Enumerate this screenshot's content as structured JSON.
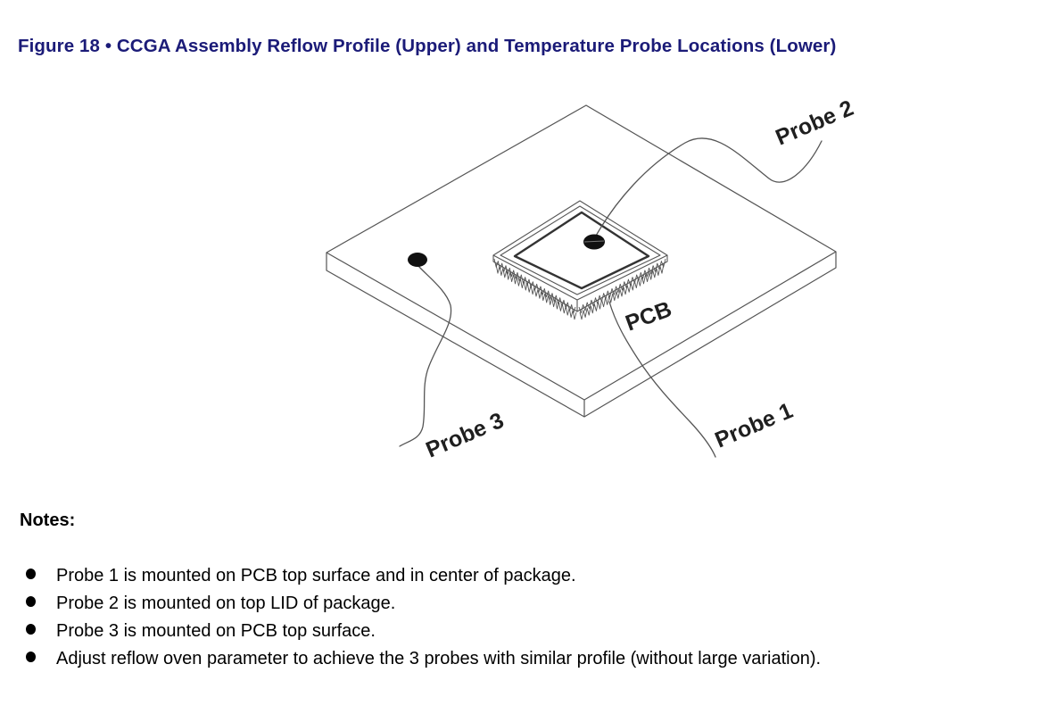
{
  "page": {
    "background": "#ffffff"
  },
  "figure_caption": {
    "text": "Figure 18 • CCGA Assembly Reflow Profile (Upper) and Temperature Probe Locations (Lower)",
    "color": "#1b1b78"
  },
  "diagram": {
    "description": "Isometric view of a CCGA package mounted on a PCB with three temperature probe locations",
    "labels": {
      "probe1": "Probe 1",
      "probe2": "Probe 2",
      "probe3": "Probe 3",
      "pcb": "PCB"
    },
    "line_color": "#555555",
    "dot_color": "#111111"
  },
  "notes": {
    "heading": "Notes:",
    "items": [
      "Probe 1 is mounted on PCB top surface and in center of package.",
      "Probe 2 is mounted on top LID of package.",
      "Probe 3 is mounted on PCB top surface.",
      "Adjust reflow oven parameter to achieve the 3 probes with similar profile (without large variation)."
    ]
  }
}
